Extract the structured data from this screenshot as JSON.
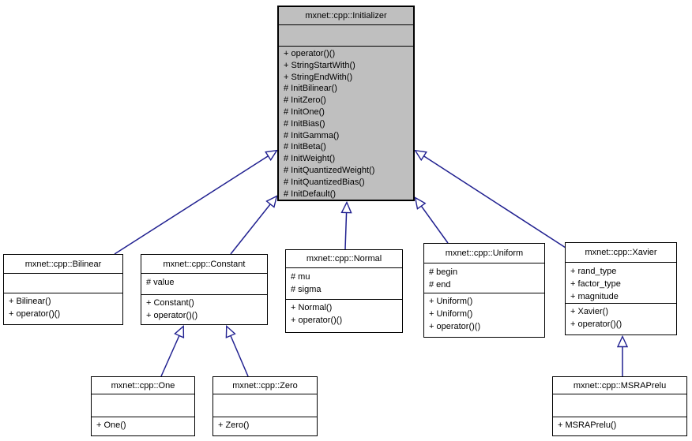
{
  "diagram_type": "uml-class-inheritance",
  "colors": {
    "edge": "#202090",
    "root_fill": "#bfbfbf",
    "node_fill": "#ffffff",
    "border": "#000000",
    "text": "#000000"
  },
  "classes": {
    "initializer": {
      "name": "mxnet::cpp::Initializer",
      "attributes": [],
      "methods": [
        "+ operator()()",
        "+ StringStartWith()",
        "+ StringEndWith()",
        "# InitBilinear()",
        "# InitZero()",
        "# InitOne()",
        "# InitBias()",
        "# InitGamma()",
        "# InitBeta()",
        "# InitWeight()",
        "# InitQuantizedWeight()",
        "# InitQuantizedBias()",
        "# InitDefault()"
      ]
    },
    "bilinear": {
      "name": "mxnet::cpp::Bilinear",
      "attributes": [],
      "methods": [
        "+ Bilinear()",
        "+ operator()()"
      ]
    },
    "constant": {
      "name": "mxnet::cpp::Constant",
      "attributes": [
        "# value"
      ],
      "methods": [
        "+ Constant()",
        "+ operator()()"
      ]
    },
    "normal": {
      "name": "mxnet::cpp::Normal",
      "attributes": [
        "# mu",
        "# sigma"
      ],
      "methods": [
        "+ Normal()",
        "+ operator()()"
      ]
    },
    "uniform": {
      "name": "mxnet::cpp::Uniform",
      "attributes": [
        "# begin",
        "# end"
      ],
      "methods": [
        "+ Uniform()",
        "+ Uniform()",
        "+ operator()()"
      ]
    },
    "xavier": {
      "name": "mxnet::cpp::Xavier",
      "attributes": [
        "+ rand_type",
        "+ factor_type",
        "+ magnitude"
      ],
      "methods": [
        "+ Xavier()",
        "+ operator()()"
      ]
    },
    "one": {
      "name": "mxnet::cpp::One",
      "attributes": [],
      "methods": [
        "+ One()"
      ]
    },
    "zero": {
      "name": "mxnet::cpp::Zero",
      "attributes": [],
      "methods": [
        "+ Zero()"
      ]
    },
    "msraprelu": {
      "name": "mxnet::cpp::MSRAPrelu",
      "attributes": [],
      "methods": [
        "+ MSRAPrelu()"
      ]
    }
  },
  "relationships": [
    {
      "child": "mxnet::cpp::Bilinear",
      "parent": "mxnet::cpp::Initializer",
      "type": "inheritance"
    },
    {
      "child": "mxnet::cpp::Constant",
      "parent": "mxnet::cpp::Initializer",
      "type": "inheritance"
    },
    {
      "child": "mxnet::cpp::Normal",
      "parent": "mxnet::cpp::Initializer",
      "type": "inheritance"
    },
    {
      "child": "mxnet::cpp::Uniform",
      "parent": "mxnet::cpp::Initializer",
      "type": "inheritance"
    },
    {
      "child": "mxnet::cpp::Xavier",
      "parent": "mxnet::cpp::Initializer",
      "type": "inheritance"
    },
    {
      "child": "mxnet::cpp::One",
      "parent": "mxnet::cpp::Constant",
      "type": "inheritance"
    },
    {
      "child": "mxnet::cpp::Zero",
      "parent": "mxnet::cpp::Constant",
      "type": "inheritance"
    },
    {
      "child": "mxnet::cpp::MSRAPrelu",
      "parent": "mxnet::cpp::Xavier",
      "type": "inheritance"
    }
  ]
}
